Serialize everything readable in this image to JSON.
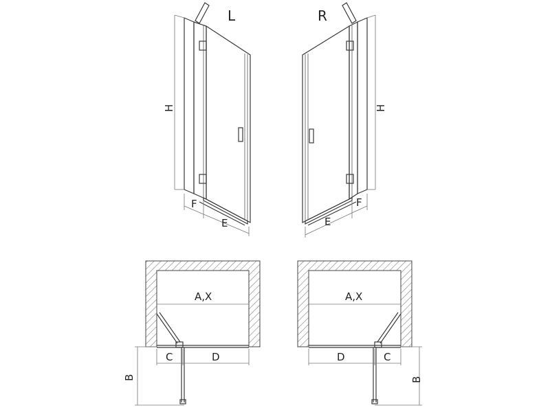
{
  "labels": {
    "left_view": "L",
    "right_view": "R",
    "height": "H",
    "fixed_width": "F",
    "door_width": "E",
    "opening_width": "A,X",
    "fixed_panel": "C",
    "door_panel": "D",
    "depth": "B"
  },
  "colors": {
    "line": "#3a3a3a",
    "hatch": "#888888",
    "text": "#222222"
  }
}
